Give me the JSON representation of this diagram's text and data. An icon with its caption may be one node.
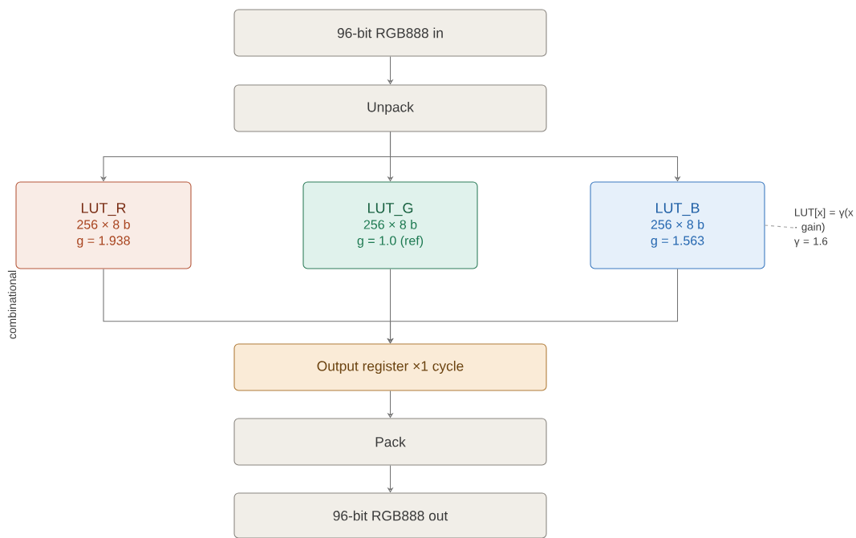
{
  "diagram": {
    "nodes": [
      {
        "text": [
          "96-bit RGB888 in"
        ]
      },
      {
        "text": [
          "Unpack"
        ]
      },
      {
        "text": [
          "LUT_R",
          "256 × 8 b",
          "g = 1.938"
        ]
      },
      {
        "text": [
          "LUT_G",
          "256 × 8 b",
          "g = 1.0 (ref)"
        ]
      },
      {
        "text": [
          "LUT_B",
          "256 × 8 b",
          "g = 1.563"
        ]
      },
      {
        "text": [
          "LUT[x] = γ(x · gain)",
          "γ = 1.6"
        ]
      },
      {
        "text": [
          "Output register ×1 cycle"
        ]
      },
      {
        "text": [
          "Pack"
        ]
      },
      {
        "text": [
          "96-bit RGB888 out"
        ]
      }
    ],
    "edges": [
      {
        "from": 0,
        "to": 1,
        "arrow": "to"
      },
      {
        "from": 1,
        "to": 2,
        "arrow": "to"
      },
      {
        "from": 1,
        "to": 3,
        "arrow": "to"
      },
      {
        "from": 1,
        "to": 4,
        "arrow": "to"
      },
      {
        "from": 2,
        "to": 6,
        "arrow": "to"
      },
      {
        "from": 3,
        "to": 6,
        "arrow": "to"
      },
      {
        "from": 4,
        "to": 6,
        "arrow": "to"
      },
      {
        "from": 6,
        "to": 7,
        "arrow": "to"
      },
      {
        "from": 7,
        "to": 8,
        "arrow": "to"
      },
      {
        "from": 5,
        "to": 4,
        "arrow": "none",
        "style": "dashed",
        "color": "#a0a0a0"
      }
    ],
    "labels": [
      "combinational"
    ]
  }
}
